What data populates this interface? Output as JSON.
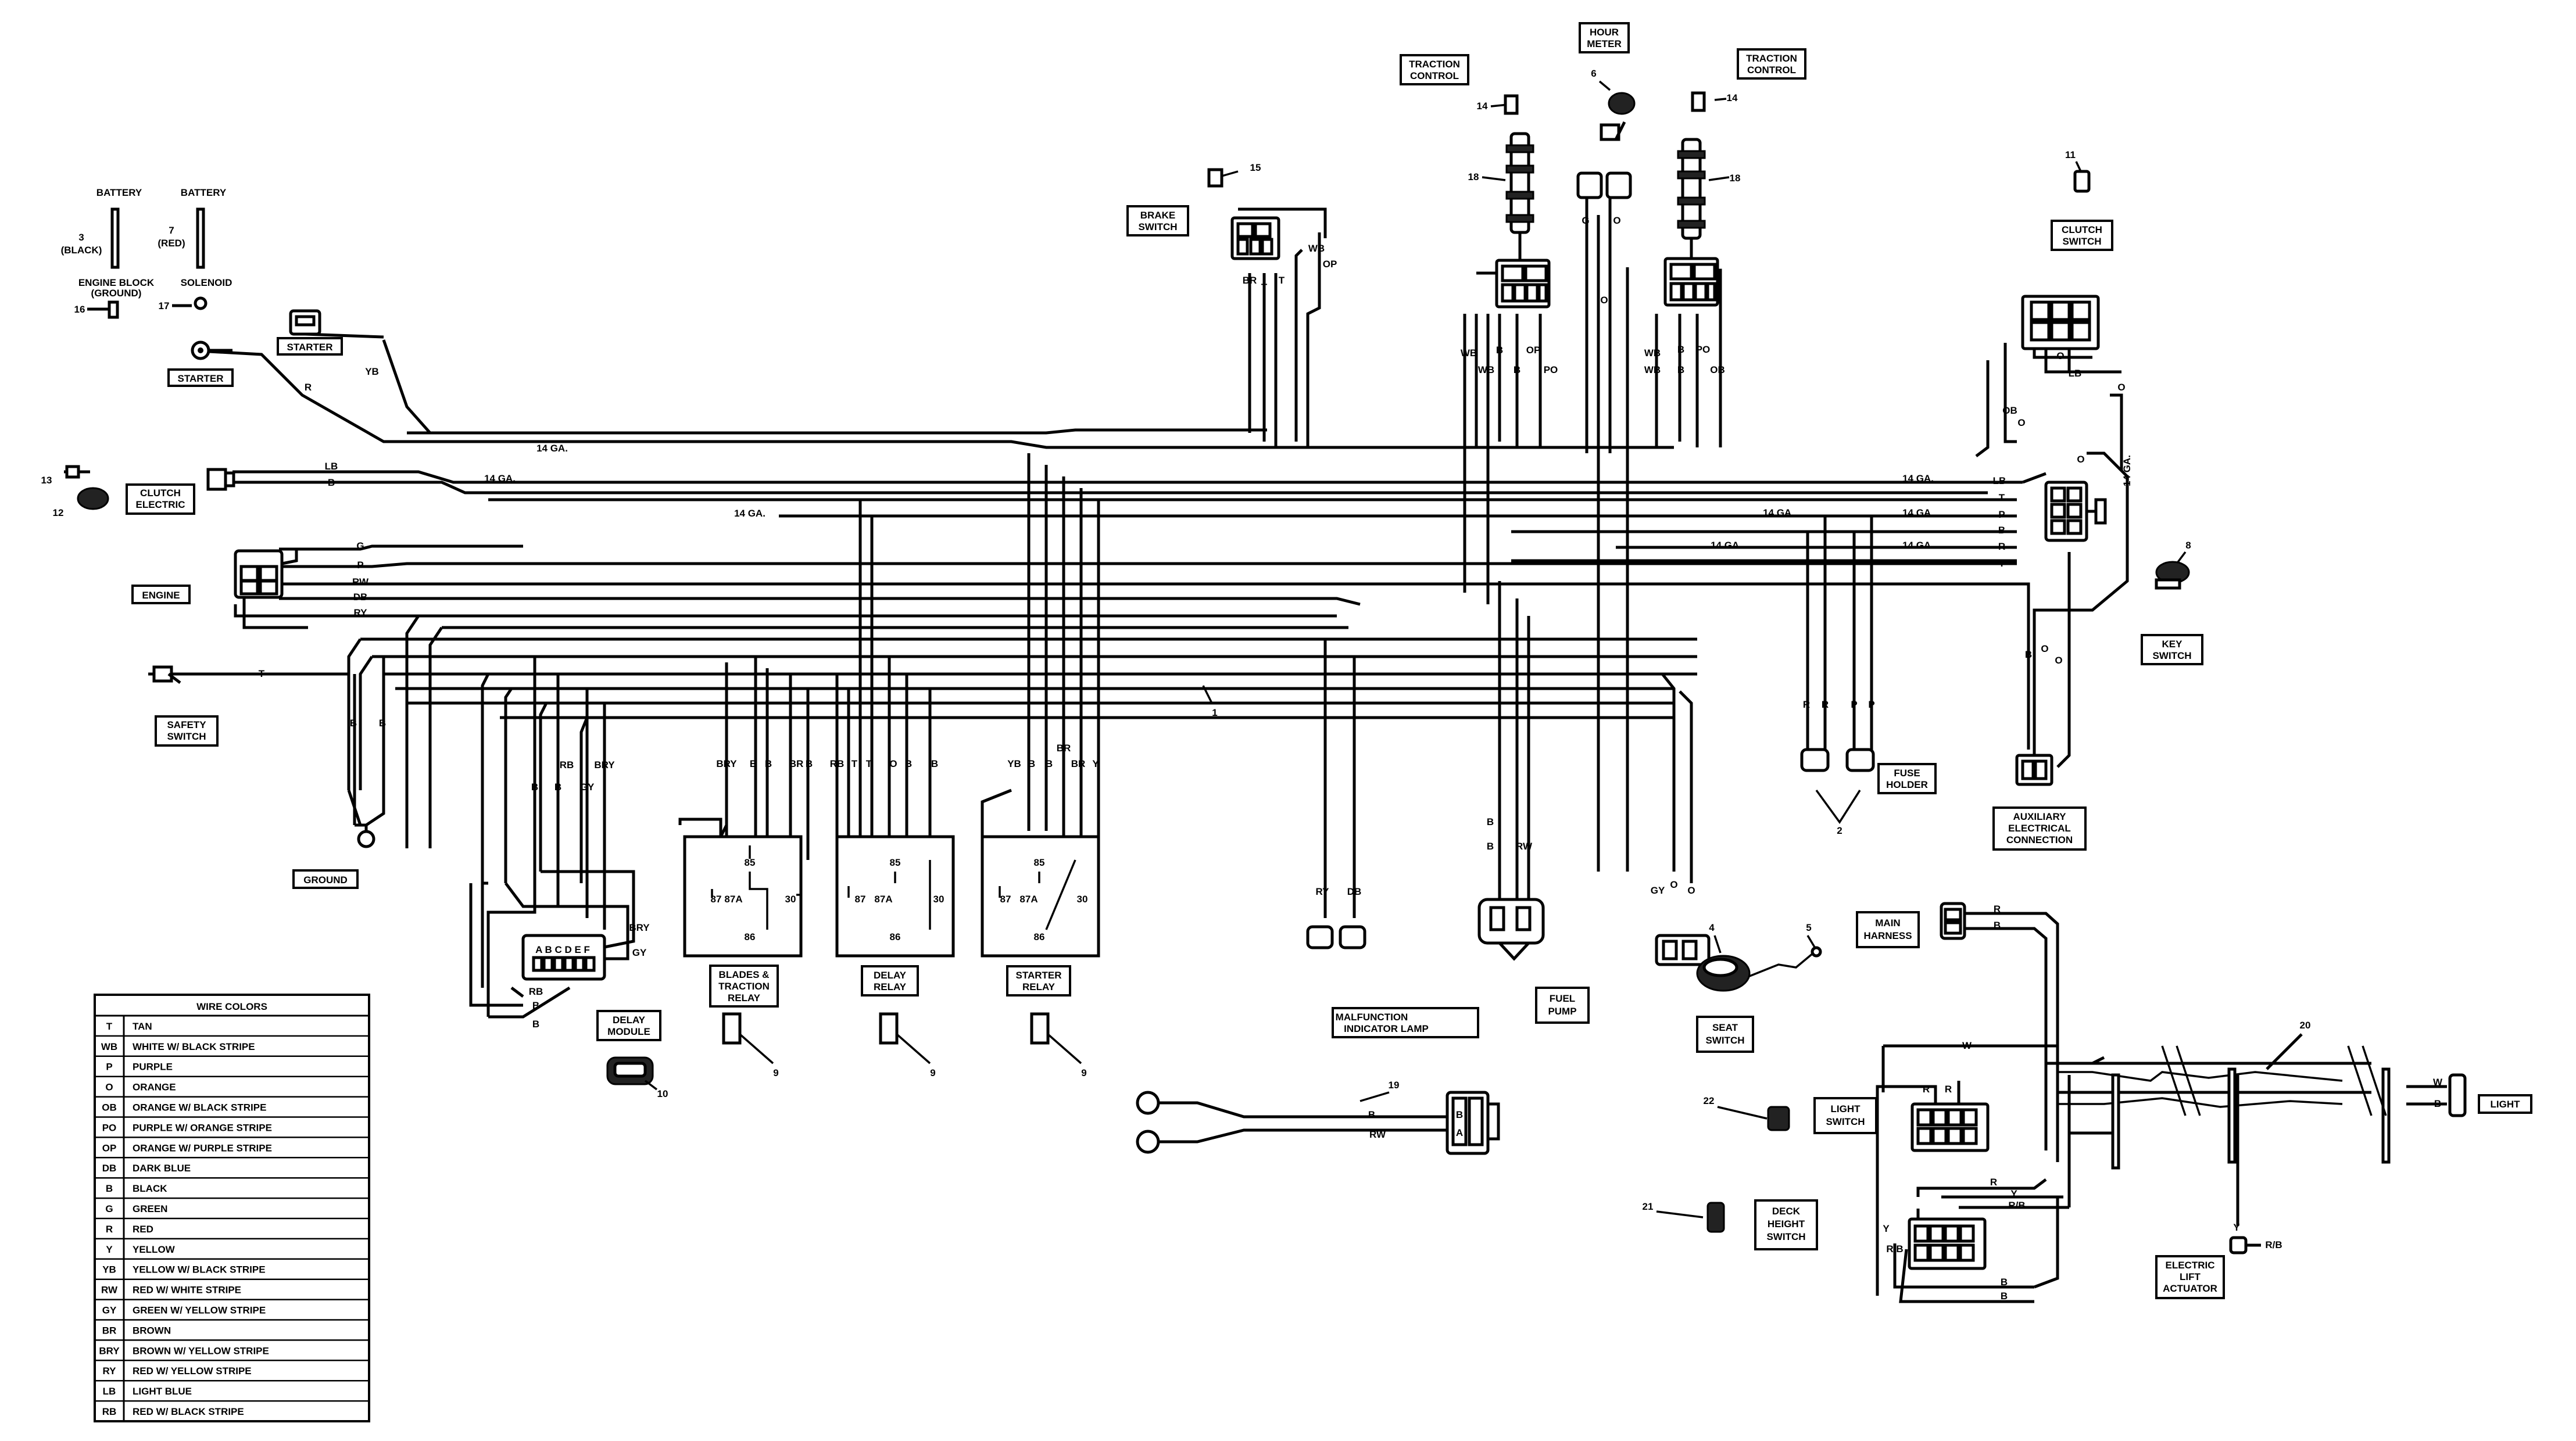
{
  "components": {
    "battery_left": "BATTERY",
    "battery_right": "BATTERY",
    "item3": "3",
    "item3_black": "(BLACK)",
    "item7": "7",
    "item7_red": "(RED)",
    "engine_block_1": "ENGINE BLOCK",
    "engine_block_2": "(GROUND)",
    "solenoid": "SOLENOID",
    "item16": "16",
    "item17": "17",
    "starter_a": "STARTER",
    "starter_b": "STARTER",
    "item13": "13",
    "item12": "12",
    "clutch_electric_1": "CLUTCH",
    "clutch_electric_2": "ELECTRIC",
    "engine": "ENGINE",
    "safety_switch_1": "SAFETY",
    "safety_switch_2": "SWITCH",
    "ground": "GROUND",
    "brake_switch_1": "BRAKE",
    "brake_switch_2": "SWITCH",
    "item15": "15",
    "traction_control_l1": "TRACTION",
    "traction_control_l2": "CONTROL",
    "traction_control_r1": "TRACTION",
    "traction_control_r2": "CONTROL",
    "hour_meter_1": "HOUR",
    "hour_meter_2": "METER",
    "item6": "6",
    "item14a": "14",
    "item14b": "14",
    "item18a": "18",
    "item18b": "18",
    "item11": "11",
    "clutch_switch_1": "CLUTCH",
    "clutch_switch_2": "SWITCH",
    "item8": "8",
    "key_switch_1": "KEY",
    "key_switch_2": "SWITCH",
    "fuse_holder_1": "FUSE",
    "fuse_holder_2": "HOLDER",
    "item2": "2",
    "aux_1": "AUXILIARY",
    "aux_2": "ELECTRICAL",
    "aux_3": "CONNECTION",
    "item1": "1",
    "blades_relay_1": "BLADES &",
    "blades_relay_2": "TRACTION",
    "blades_relay_3": "RELAY",
    "delay_relay_1": "DELAY",
    "delay_relay_2": "RELAY",
    "starter_relay_1": "STARTER",
    "starter_relay_2": "RELAY",
    "delay_module_1": "DELAY",
    "delay_module_2": "MODULE",
    "item10": "10",
    "item9a": "9",
    "item9b": "9",
    "item9c": "9",
    "mil_1": "MALFUNCTION",
    "mil_2": "INDICATOR LAMP",
    "fuel_pump_1": "FUEL",
    "fuel_pump_2": "PUMP",
    "seat_switch_1": "SEAT",
    "seat_switch_2": "SWITCH",
    "item4": "4",
    "item5": "5",
    "main_harness_1": "MAIN",
    "main_harness_2": "HARNESS",
    "item20": "20",
    "light": "LIGHT",
    "item22": "22",
    "light_switch_1": "LIGHT",
    "light_switch_2": "SWITCH",
    "item21": "21",
    "deck_height_1": "DECK",
    "deck_height_2": "HEIGHT",
    "deck_height_3": "SWITCH",
    "lift_1": "ELECTRIC",
    "lift_2": "LIFT",
    "lift_3": "ACTUATOR",
    "item19": "19",
    "relay_85": "85",
    "relay_86": "86",
    "relay_87": "87",
    "relay_87a": "87A",
    "relay_30": "30",
    "module_pins": "A B C D E F",
    "conn_b": "B",
    "conn_a": "A"
  },
  "gauge": "14 GA.",
  "wire_labels": {
    "YB": "YB",
    "R": "R",
    "LB": "LB",
    "B": "B",
    "G": "G",
    "P": "P",
    "RW": "RW",
    "DB": "DB",
    "RY": "RY",
    "T": "T",
    "BR": "BR",
    "WB": "WB",
    "OP": "OP",
    "PO": "PO",
    "OB": "OB",
    "O": "O",
    "Y": "Y",
    "RB": "RB",
    "BRY": "BRY",
    "GY": "GY",
    "W": "W",
    "RSB": "R/B"
  },
  "wire_colors": {
    "title": "WIRE COLORS",
    "rows": [
      {
        "code": "T",
        "desc": "TAN"
      },
      {
        "code": "WB",
        "desc": "WHITE W/ BLACK STRIPE"
      },
      {
        "code": "P",
        "desc": "PURPLE"
      },
      {
        "code": "O",
        "desc": "ORANGE"
      },
      {
        "code": "OB",
        "desc": "ORANGE W/ BLACK STRIPE"
      },
      {
        "code": "PO",
        "desc": "PURPLE W/ ORANGE STRIPE"
      },
      {
        "code": "OP",
        "desc": "ORANGE W/ PURPLE STRIPE"
      },
      {
        "code": "DB",
        "desc": "DARK BLUE"
      },
      {
        "code": "B",
        "desc": "BLACK"
      },
      {
        "code": "G",
        "desc": "GREEN"
      },
      {
        "code": "R",
        "desc": "RED"
      },
      {
        "code": "Y",
        "desc": "YELLOW"
      },
      {
        "code": "YB",
        "desc": "YELLOW W/ BLACK STRIPE"
      },
      {
        "code": "RW",
        "desc": "RED W/ WHITE STRIPE"
      },
      {
        "code": "GY",
        "desc": "GREEN W/ YELLOW STRIPE"
      },
      {
        "code": "BR",
        "desc": "BROWN"
      },
      {
        "code": "BRY",
        "desc": "BROWN W/ YELLOW STRIPE"
      },
      {
        "code": "RY",
        "desc": "RED W/ YELLOW STRIPE"
      },
      {
        "code": "LB",
        "desc": "LIGHT BLUE"
      },
      {
        "code": "RB",
        "desc": "RED W/ BLACK STRIPE"
      }
    ]
  }
}
